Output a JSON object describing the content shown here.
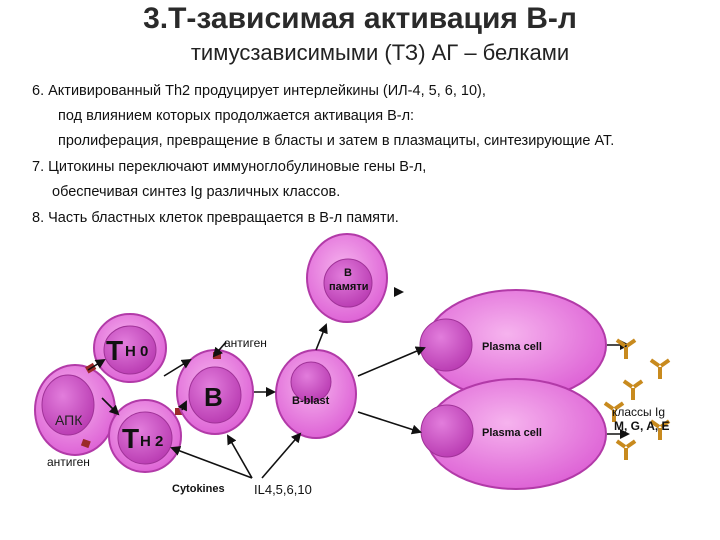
{
  "title": "3.Т-зависимая активация В-л",
  "subtitle": "тимусзависимыми (ТЗ) АГ –  белками",
  "points": [
    "6. Активированный Th2  продуцирует интерлейкины (ИЛ-4, 5, 6, 10),",
    "под влиянием которых продолжается активация В-л:",
    "пролиферация, превращение в бласты и затем в плазмациты, синтезирующие АТ.",
    "7. Цитокины переключают иммуноглобулиновые гены В-л,",
    "обеспечивая синтез Ig различных классов.",
    "8. Часть бластных клеток превращается в В-л памяти."
  ],
  "diagram": {
    "apc": "АПК",
    "antigen_top": "антиген",
    "antigen_left": "антиген",
    "th0_main": "T",
    "th0_sub": "Н 0",
    "th2_main": "T",
    "th2_sub": "Н 2",
    "b_cell": "B",
    "b_blast": "B-blast",
    "memory_line1": "B",
    "memory_line2": "памяти",
    "plasma_top": "Plasma cell",
    "plasma_bottom": "Plasma cell",
    "cytokines": "Cytokines",
    "interleukins": "IL4,5,6,10",
    "ig_classes_line1": "классы Ig",
    "ig_classes_line2": "M, G, A, E"
  },
  "colors": {
    "cell_fill": "#e87adf",
    "nucleus_fill": "#c43fc0",
    "cell_stroke": "#b23aa8",
    "antibody": "#c88a1e",
    "antigen_marker": "#9b2a2a"
  }
}
